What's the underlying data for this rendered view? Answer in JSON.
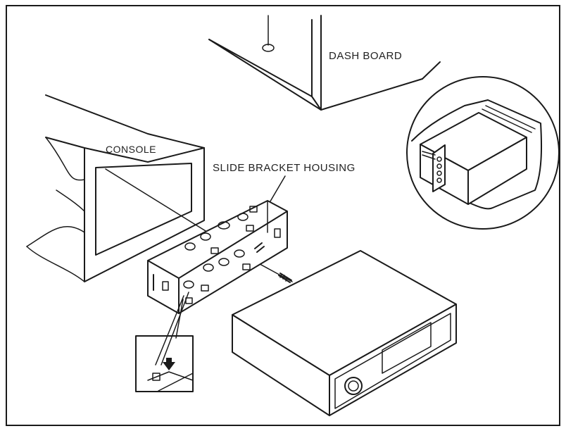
{
  "labels": {
    "dash_board": "DASH BOARD",
    "console": "CONSOLE",
    "slide_bracket_housing": "SLIDE BRACKET HOUSING"
  },
  "colors": {
    "line": "#1a1a1a",
    "background": "#ffffff"
  }
}
